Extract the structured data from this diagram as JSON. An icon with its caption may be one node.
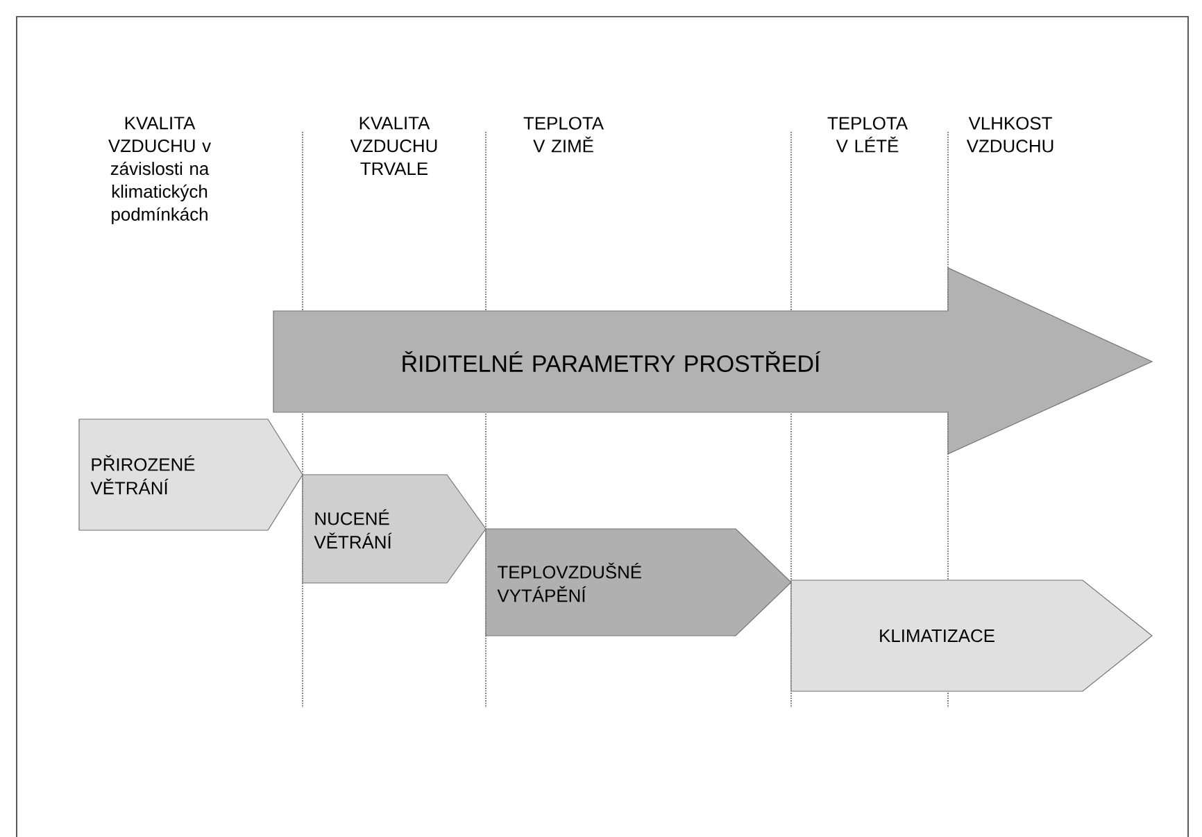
{
  "diagram": {
    "nodes": [
      {
        "text": [
          "ŘIDITELNÉ PARAMETRY PROSTŘEDÍ"
        ]
      },
      {
        "text": [
          "PŘIROZENÉ VĚTRÁNÍ"
        ]
      },
      {
        "text": [
          "NUCENÉ VĚTRÁNÍ"
        ]
      },
      {
        "text": [
          "TEPLOVZDUŠNÉ VYTÁPĚNÍ"
        ]
      },
      {
        "text": [
          "KLIMATIZACE"
        ]
      }
    ],
    "labels": [
      "KVALITA VZDUCHU v závislosti na klimatických podmínkách",
      "KVALITA VZDUCHU TRVALE",
      "TEPLOTA V ZIMĚ",
      "TEPLOTA V LÉTĚ",
      "VLHKOST VZDUCHU"
    ]
  }
}
